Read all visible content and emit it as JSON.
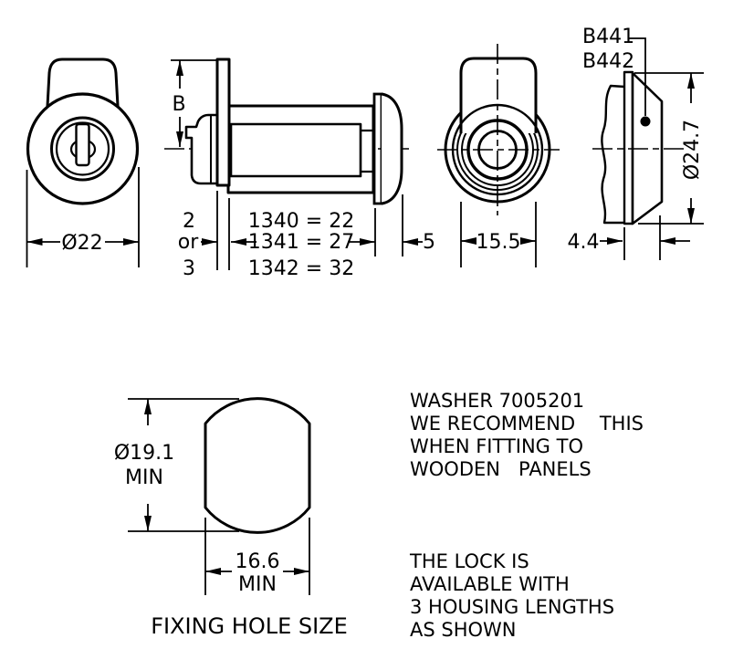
{
  "colors": {
    "line": "#000000",
    "text": "#000000",
    "background": "#ffffff"
  },
  "front_view": {
    "diameter_label": "Ø22"
  },
  "side_view": {
    "height_label": "B",
    "flange_thickness_lines": [
      "2",
      "or",
      "3"
    ],
    "housing_length_lines": [
      "1340 = 22",
      "1341 = 27",
      "1342 = 32"
    ],
    "cap_depth_label": "5"
  },
  "rear_view": {
    "cam_width_label": "15.5"
  },
  "washer_view": {
    "part_numbers": [
      "B441",
      "B442"
    ],
    "diameter_label": "Ø24.7",
    "thickness_label": "4.4"
  },
  "fixing_hole_view": {
    "diameter_label": "Ø19.1",
    "diameter_qualifier": "MIN",
    "width_label": "16.6",
    "width_qualifier": "MIN",
    "caption": "FIXING HOLE SIZE"
  },
  "notes": {
    "washer_note_lines": [
      "WASHER 7005201",
      "WE RECOMMEND    THIS",
      "WHEN FITTING TO",
      "WOODEN   PANELS"
    ],
    "availability_note_lines": [
      "THE LOCK IS",
      "AVAILABLE WITH",
      "3 HOUSING LENGTHS",
      "AS SHOWN"
    ]
  }
}
